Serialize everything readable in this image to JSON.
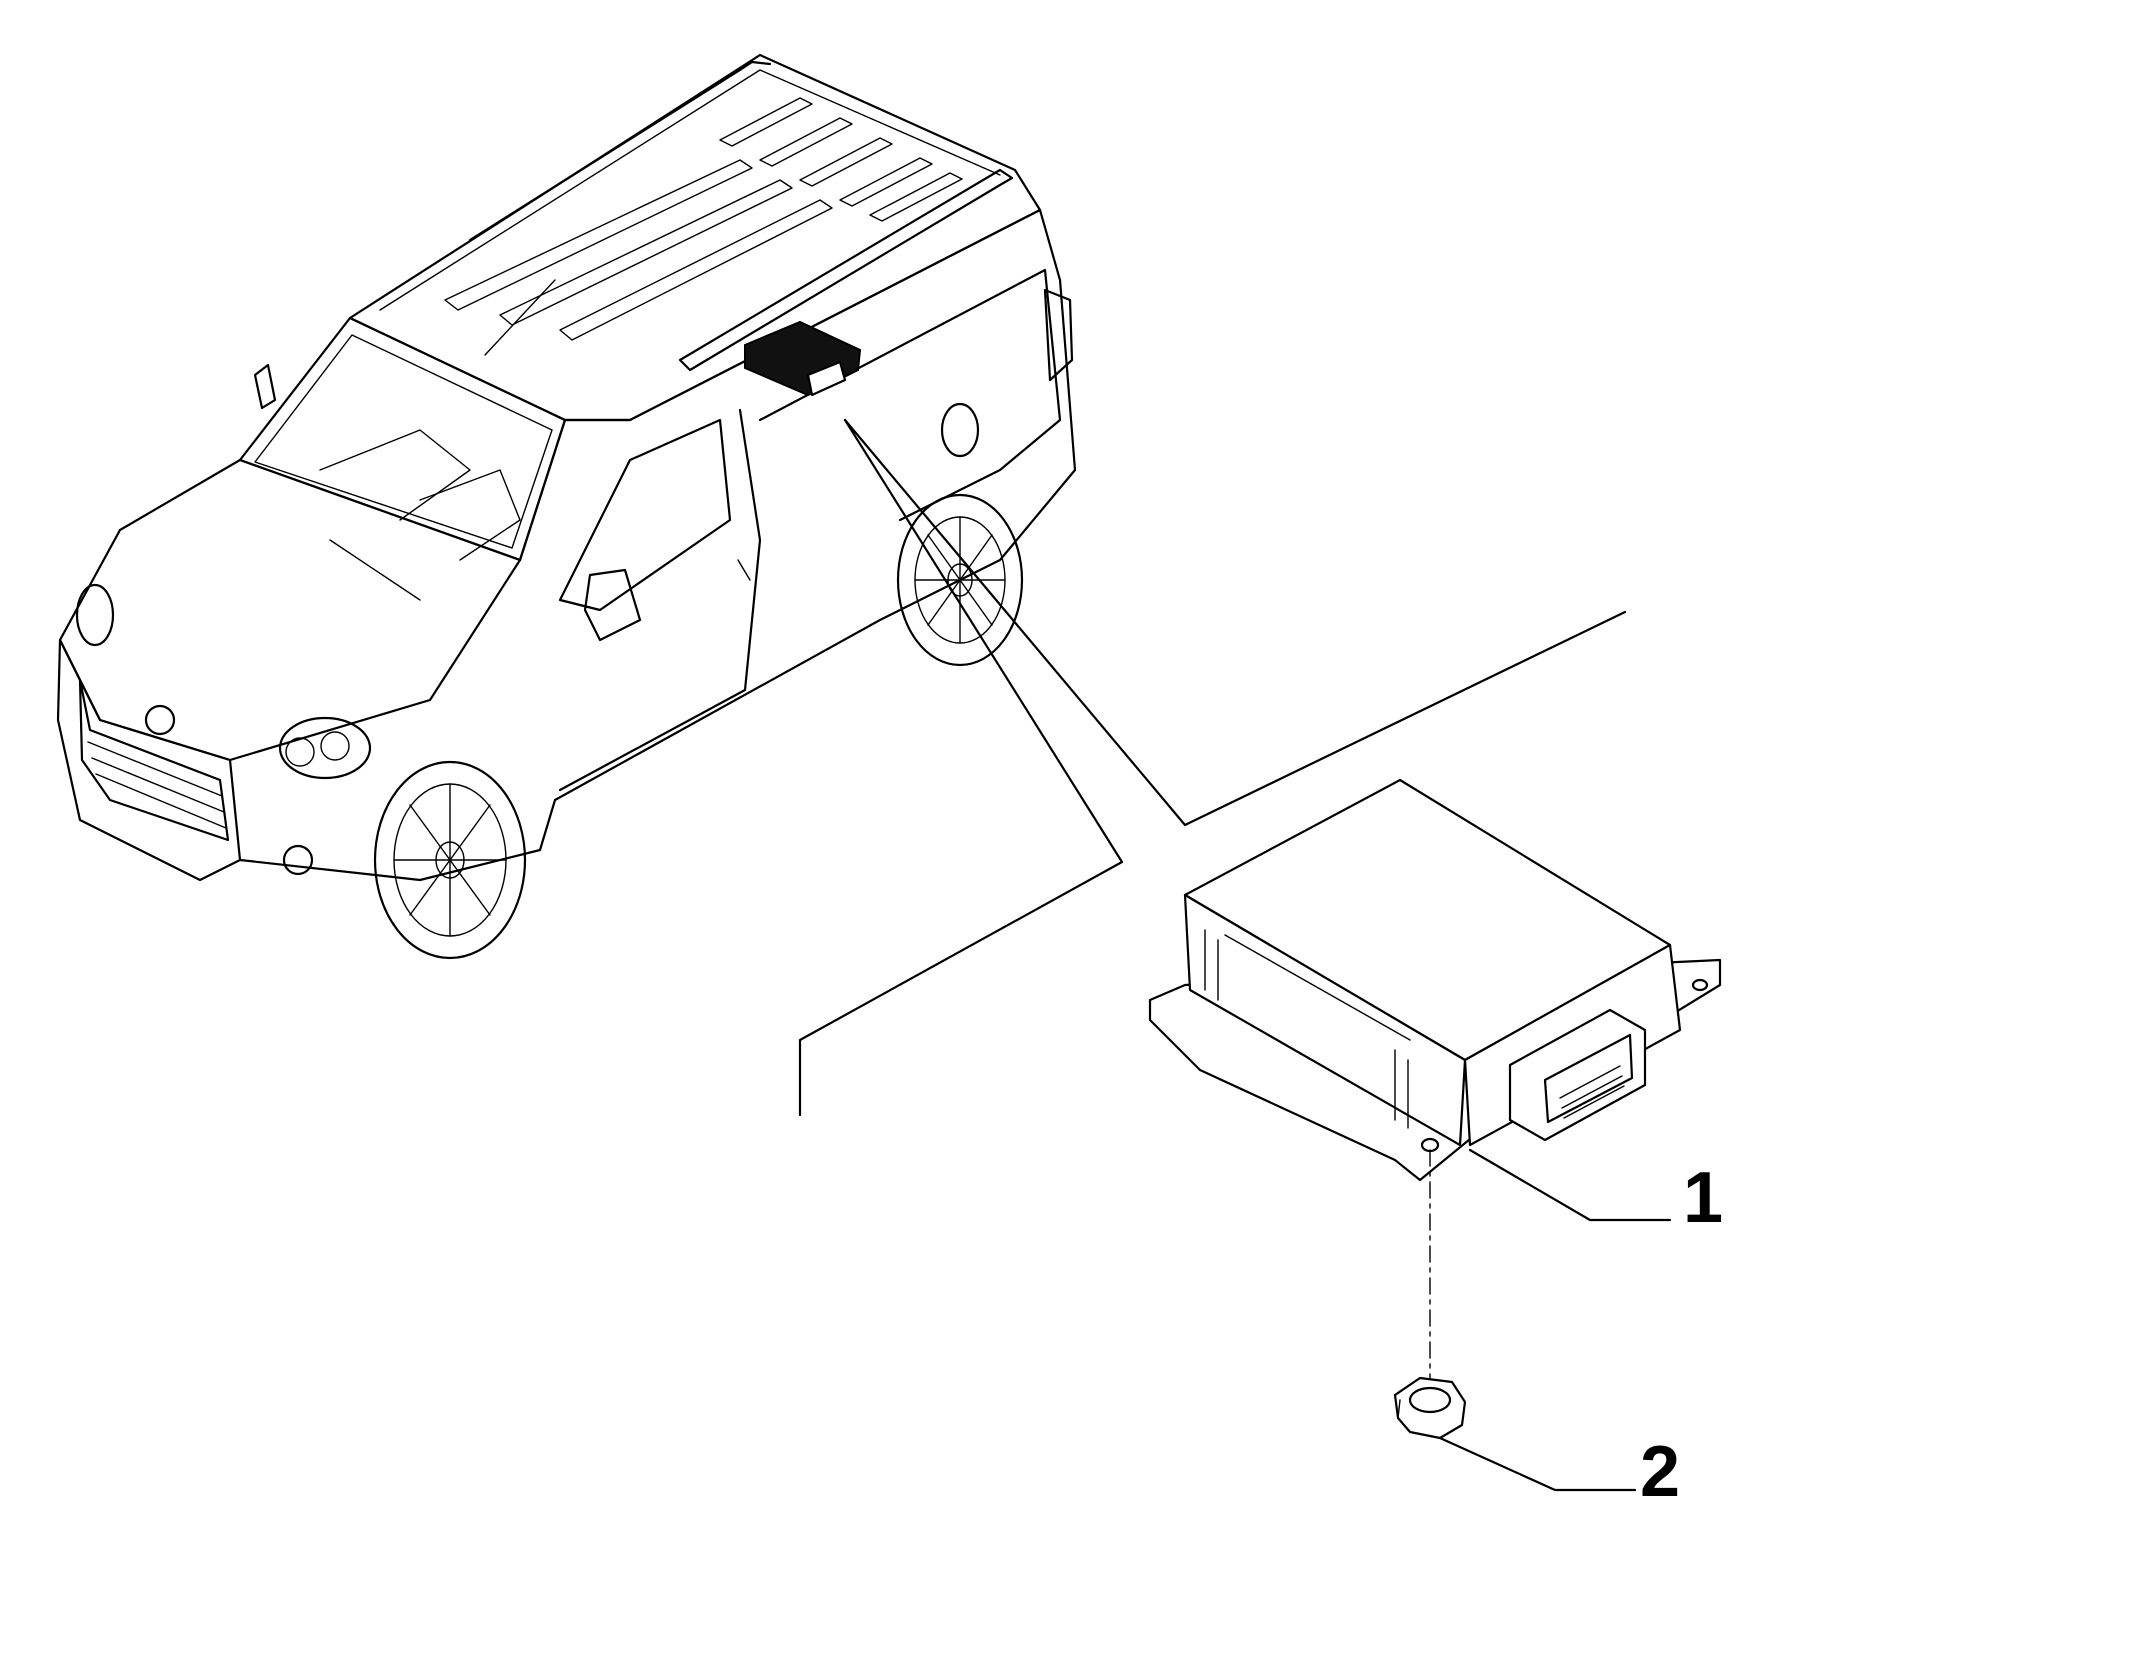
{
  "callouts": [
    {
      "id": "part-1",
      "label": "1"
    },
    {
      "id": "part-2",
      "label": "2"
    }
  ],
  "colors": {
    "line": "#000000",
    "background": "#ffffff"
  }
}
